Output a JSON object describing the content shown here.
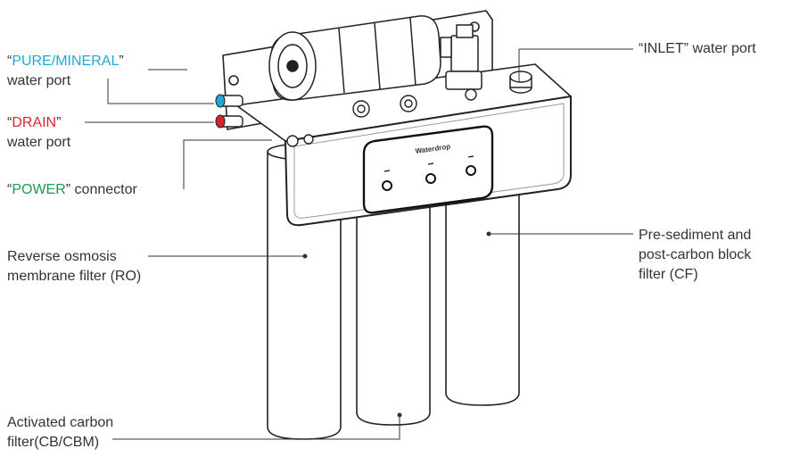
{
  "colors": {
    "text": "#333333",
    "pure_mineral": "#1aa9d6",
    "drain": "#e0242a",
    "power": "#1a9b4f",
    "line": "#333333",
    "port_blue": "#27a3dc",
    "port_red": "#d7252b"
  },
  "labels": {
    "pure_mineral": {
      "quote_open": "“",
      "name": "PURE/MINERAL",
      "quote_close": "”",
      "line2": "water port"
    },
    "drain": {
      "quote_open": "“",
      "name": "DRAIN",
      "quote_close": "”",
      "line2": "water port"
    },
    "power": {
      "quote_open": "“",
      "name": "POWER",
      "quote_close": "” connector"
    },
    "inlet": {
      "text": "“INLET” water port"
    },
    "ro": {
      "line1": "Reverse osmosis",
      "line2": "membrane filter (RO)"
    },
    "cf": {
      "line1": "Pre-sediment and",
      "line2": "post-carbon block",
      "line3": "filter (CF)"
    },
    "cb": {
      "line1": "Activated carbon",
      "line2": "filter(CB/CBM)"
    }
  },
  "product": {
    "brand": "Waterdrop"
  },
  "icons": [
    "pump-icon",
    "solenoid-valve-icon",
    "filter-status-light-icon"
  ]
}
